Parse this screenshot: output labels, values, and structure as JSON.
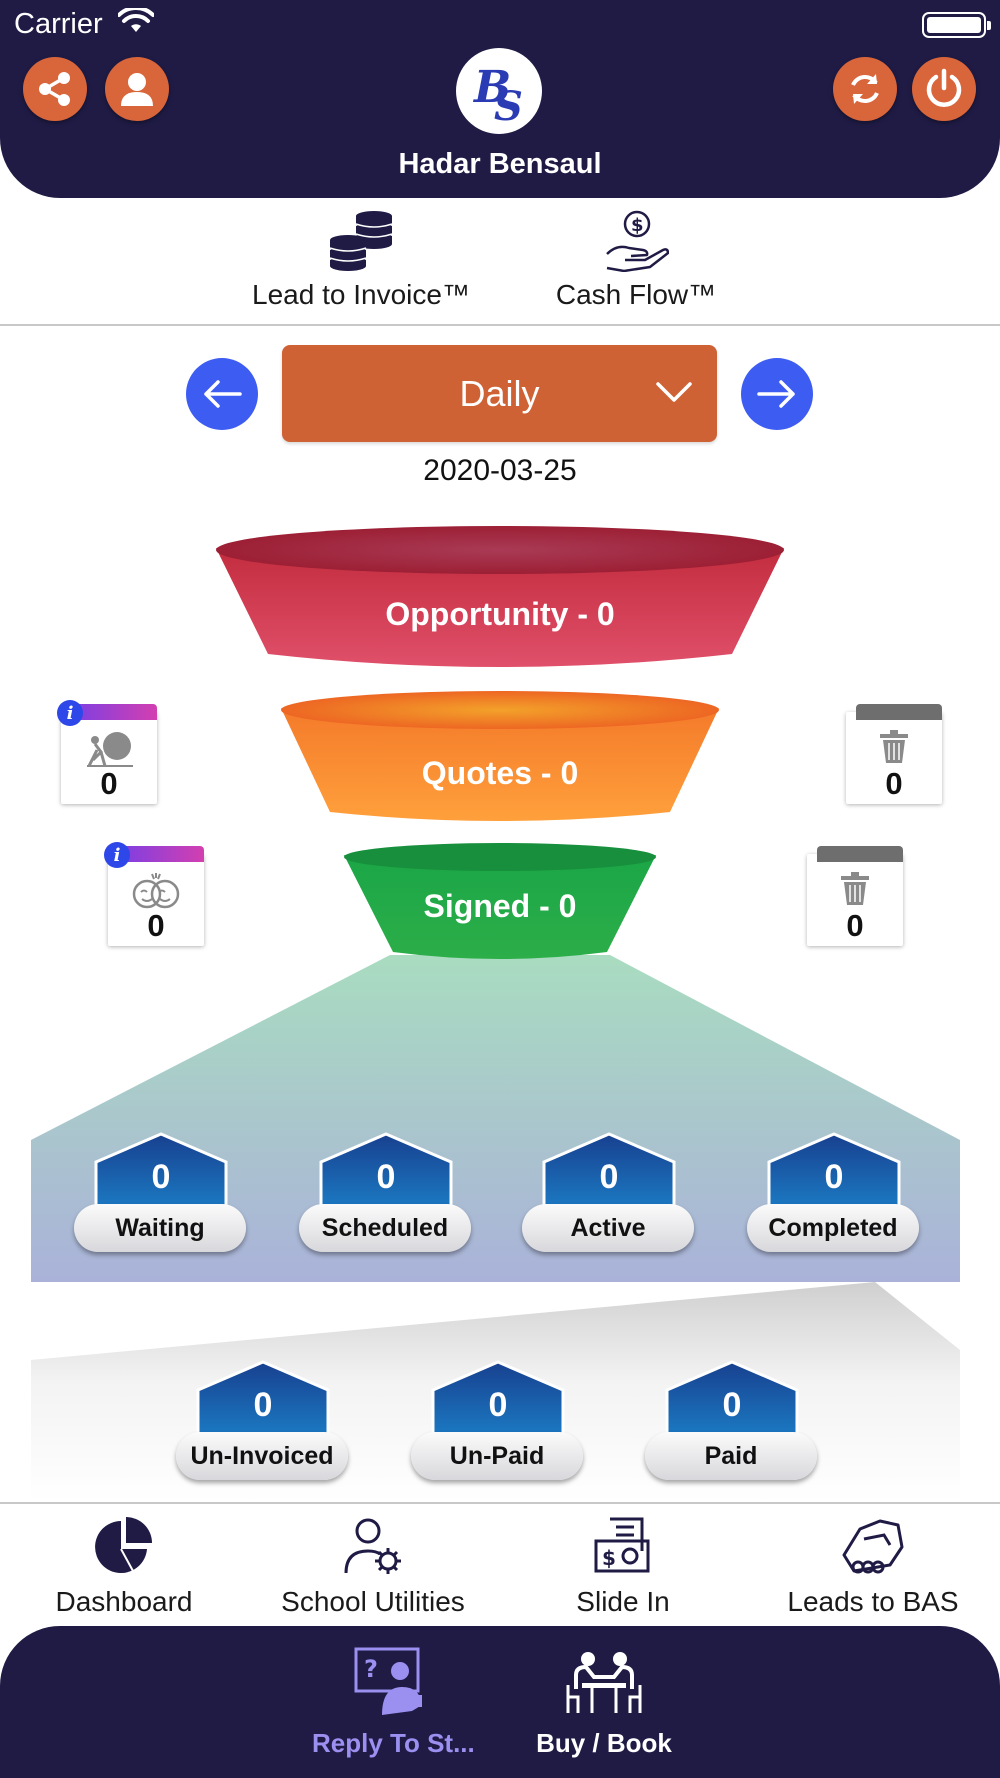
{
  "status_bar": {
    "carrier": "Carrier"
  },
  "header": {
    "user_name": "Hadar Bensaul"
  },
  "top_tabs": [
    {
      "label": "Lead to Invoice™",
      "icon": "coins-stack-icon"
    },
    {
      "label": "Cash Flow™",
      "icon": "hand-dollar-icon"
    }
  ],
  "period": {
    "selected": "Daily",
    "date": "2020-03-25"
  },
  "funnel": {
    "opportunity": "Opportunity - 0",
    "quotes": "Quotes - 0",
    "signed": "Signed - 0"
  },
  "side_cards": {
    "left_top": "0",
    "left_bottom": "0",
    "right_top": "0",
    "right_bottom": "0"
  },
  "status_tiles": [
    {
      "value": "0",
      "label": "Waiting"
    },
    {
      "value": "0",
      "label": "Scheduled"
    },
    {
      "value": "0",
      "label": "Active"
    },
    {
      "value": "0",
      "label": "Completed"
    }
  ],
  "invoice_tiles": [
    {
      "value": "0",
      "label": "Un-Invoiced"
    },
    {
      "value": "0",
      "label": "Un-Paid"
    },
    {
      "value": "0",
      "label": "Paid"
    }
  ],
  "bottom_nav": [
    {
      "label": "Dashboard",
      "icon": "pie-chart-icon"
    },
    {
      "label": "School Utilities",
      "icon": "person-gear-icon"
    },
    {
      "label": "Slide In",
      "icon": "receipt-cash-icon"
    },
    {
      "label": "Leads to BAS",
      "icon": "handshake-icon"
    }
  ],
  "footer_nav": [
    {
      "label": "Reply To St...",
      "icon": "question-board-icon",
      "color": "#9b8ff0"
    },
    {
      "label": "Buy / Book",
      "icon": "meeting-table-icon",
      "color": "#ffffff"
    }
  ],
  "colors": {
    "navy": "#1f1b45",
    "orange": "#cf6235",
    "blue_button": "#3d5cf2",
    "opportunity": "#d23a4d",
    "quotes": "#f28a2e",
    "signed": "#1f9a45"
  }
}
